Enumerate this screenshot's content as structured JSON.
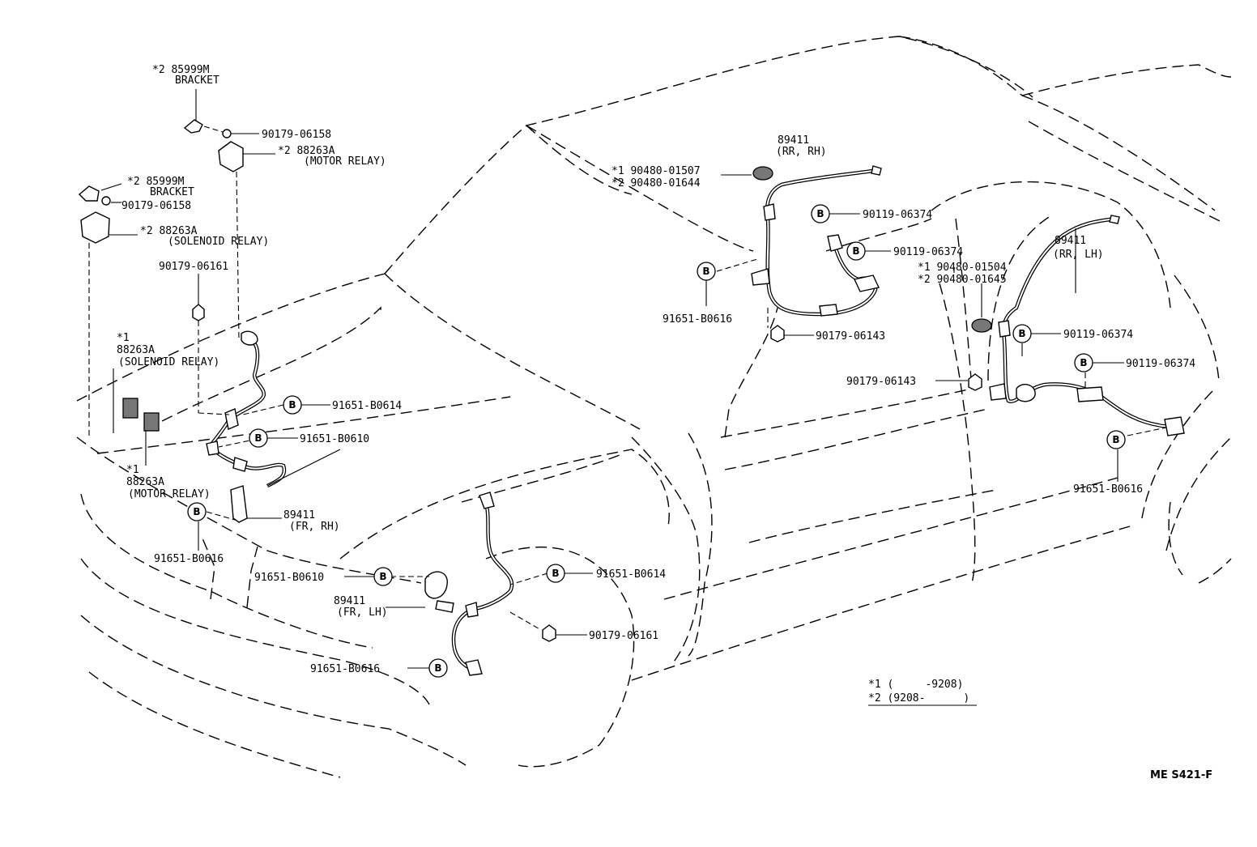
{
  "labels": {
    "bracket_top_code": "*2 85999M",
    "bracket_top_name": "BRACKET",
    "nut_top": "90179-06158",
    "motor_relay_top_code": "*2 88263A",
    "motor_relay_top_name": "(MOTOR RELAY)",
    "bracket_mid_code": "*2 85999M",
    "bracket_mid_name": "BRACKET",
    "nut_mid": "90179-06158",
    "solenoid_relay_mid_code": "*2 88263A",
    "solenoid_relay_mid_name": "(SOLENOID RELAY)",
    "nut_front": "90179-06161",
    "solenoid_relay_low_mark": "*1",
    "solenoid_relay_low_code": "88263A",
    "solenoid_relay_low_name": "(SOLENOID RELAY)",
    "motor_relay_low_mark": "*1",
    "motor_relay_low_code": "88263A",
    "motor_relay_low_name": "(MOTOR RELAY)",
    "clamp_fr_rh_1": "91651-B0614",
    "clamp_fr_rh_2": "91651-B0610",
    "sensor_fr_rh_code": "89411",
    "sensor_fr_rh_side": "(FR, RH)",
    "clamp_fr_rh_3": "91651-B0616",
    "clamp_fr_lh_1": "91651-B0610",
    "sensor_fr_lh_code": "89411",
    "sensor_fr_lh_side": "(FR, LH)",
    "clamp_fr_lh_2": "91651-B0614",
    "nut_fr_lh": "90179-06161",
    "clamp_fr_lh_3": "91651-B0616",
    "sensor_rr_rh_code": "89411",
    "sensor_rr_rh_side": "(RR, RH)",
    "grommet_rh_1": "*1  90480-01507",
    "grommet_rh_2": "*2  90480-01644",
    "bolt_rr_rh_1": "90119-06374",
    "bolt_rr_rh_2": "90119-06374",
    "clamp_rr_rh": "91651-B0616",
    "nut_rr_rh": "90179-06143",
    "sensor_rr_lh_code": "89411",
    "sensor_rr_lh_side": "(RR, LH)",
    "grommet_lh_1": "*1  90480-01504",
    "grommet_lh_2": "*2  90480-01645",
    "bolt_rr_lh_1": "90119-06374",
    "bolt_rr_lh_2": "90119-06374",
    "nut_rr_lh": "90179-06143",
    "clamp_rr_lh": "91651-B0616",
    "clip_letter": "B",
    "legend_1": "*1 (     -9208)",
    "legend_2": "*2 (9208-      )",
    "figure_code": "ME S421-F"
  }
}
